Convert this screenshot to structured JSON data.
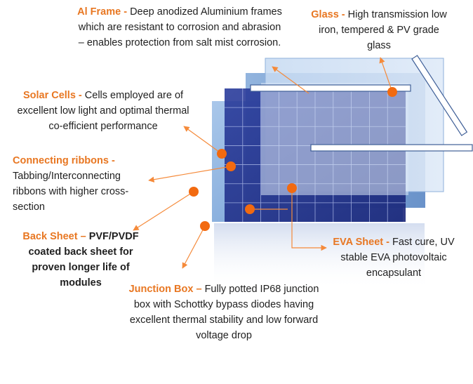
{
  "colors": {
    "heading": "#e87722",
    "marker": "#f26a10",
    "arrow": "#f58a3a",
    "frame": "#5b87c4",
    "cells": "#1d2d8c",
    "glass": "#c9dcf2"
  },
  "callouts": {
    "al_frame": {
      "heading": "Al Frame - ",
      "body": "Deep anodized Aluminium frames which are resistant to corrosion and abrasion – enables protection from salt mist corrosion."
    },
    "glass": {
      "heading": "Glass - ",
      "body": "High transmission low iron, tempered & PV grade glass"
    },
    "solar_cells": {
      "heading": "Solar Cells - ",
      "body": "Cells employed are of excellent low light and optimal thermal co-efficient performance"
    },
    "connecting_ribbons": {
      "heading": "Connecting ribbons - ",
      "body": "Tabbing/Interconnecting ribbons with higher cross-section"
    },
    "back_sheet": {
      "heading": "Back Sheet – ",
      "body": "PVF/PVDF coated back sheet for proven longer life of modules"
    },
    "eva_sheet": {
      "heading": "EVA Sheet - ",
      "body": "Fast cure, UV stable EVA photovoltaic encapsulant"
    },
    "junction_box": {
      "heading": "Junction Box – ",
      "body": "Fully potted IP68 junction box with Schottky bypass diodes having excellent thermal stability and low forward voltage drop"
    }
  }
}
